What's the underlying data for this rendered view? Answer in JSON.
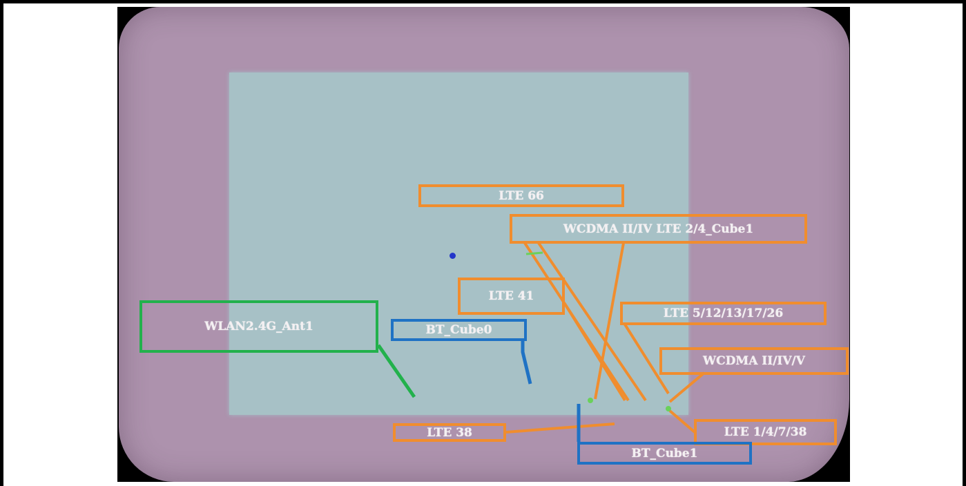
{
  "labels": {
    "lte66": "LTE 66",
    "wcdma_cube1": "WCDMA II/IV LTE 2/4_Cube1",
    "lte41": "LTE 41",
    "lte_5_12": "LTE 5/12/13/17/26",
    "wcdma_ii_iv_v": "WCDMA II/IV/V",
    "wlan": "WLAN2.4G_Ant1",
    "bt_cube0": "BT_Cube0",
    "lte38": "LTE 38",
    "lte_1_4": "LTE 1/4/7/38",
    "bt_cube1": "BT_Cube1"
  },
  "colors": {
    "orange": "#f08d2e",
    "green": "#22b14c",
    "blue": "#1f72c4"
  }
}
